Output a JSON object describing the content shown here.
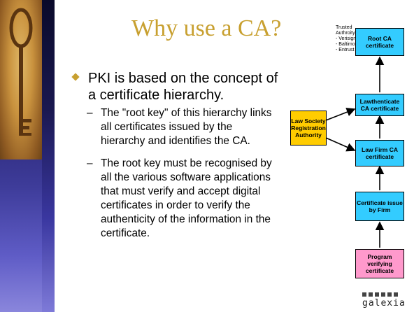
{
  "slide": {
    "title": "Why use a CA?",
    "trusted_note": [
      "Trusted",
      "Authroity",
      "- Verisign",
      "- Baltimore",
      "- Entrust"
    ],
    "bullet": "PKI is based on the concept of a certificate hierarchy.",
    "sub_bullets": [
      "The \"root key\" of this hierarchy links all certificates issued by the hierarchy and identifies the CA.",
      "The root key must be recognised by all the various software applications that must verify and accept digital certificates in order to verify the authenticity of the information in the certificate."
    ],
    "dash": "–"
  },
  "diagram": {
    "root": "Root CA certificate",
    "lawthenticate": "Lawthenticate CA certificate",
    "law_society": "Law Society Registration Authority",
    "law_firm": "Law Firm CA certificate",
    "cert_issue": "Certificate issue by Firm",
    "program": "Program verifying certificate"
  },
  "logo": {
    "text": "galexia"
  },
  "colors": {
    "title": "#c8a030",
    "cyan_box": "#33ccff",
    "yellow_box": "#ffcc00",
    "pink_box": "#ff99cc"
  }
}
